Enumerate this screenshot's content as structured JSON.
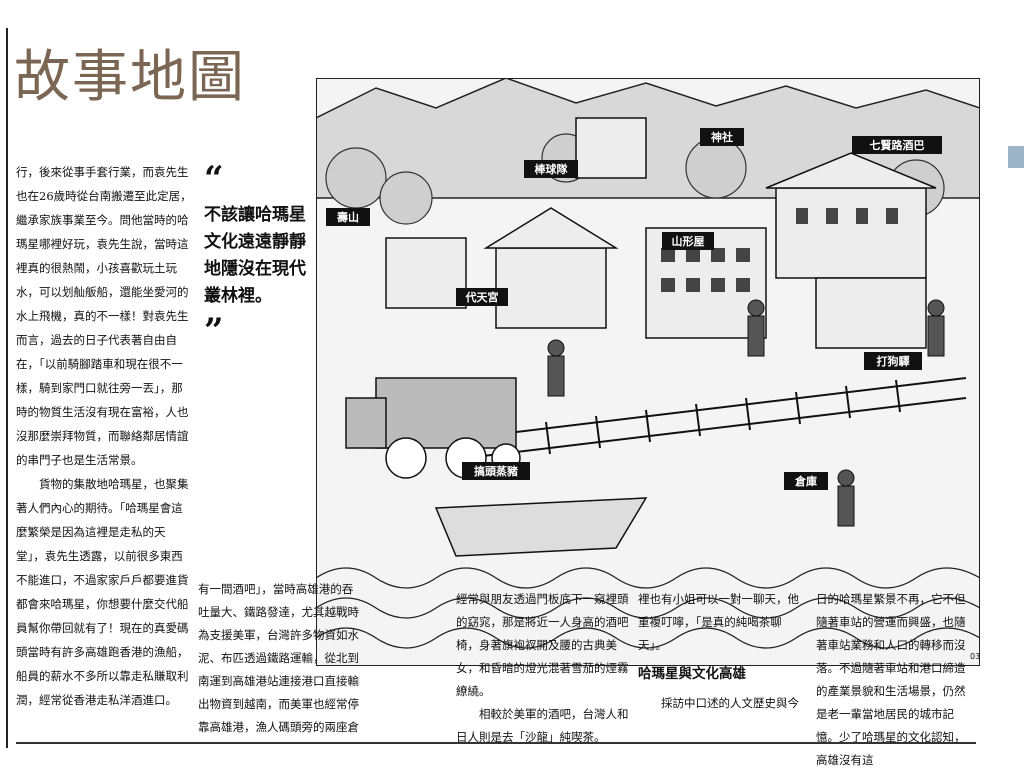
{
  "slide": {
    "title": "故事地圖"
  },
  "article": {
    "col1_paragraphs": [
      "行，後來從事手套行業，而袁先生也在26歲時從台南搬遷至此定居，繼承家族事業至今。問他當時的哈瑪星哪裡好玩，袁先生說，當時這裡真的很熱鬧，小孩喜歡玩土玩水，可以划舢舨船，還能坐愛河的水上飛機，真的不一樣！對袁先生而言，過去的日子代表著自由自在，「以前騎腳踏車和現在很不一樣，騎到家門口就往旁一丟」，那時的物質生活沒有現在富裕，人也沒那麼崇拜物質，而聯絡鄰居情誼的串門子也是生活常景。",
      "貨物的集散地哈瑪星，也聚集著人們內心的期待。「哈瑪星會這麼繁榮是因為這裡是走私的天堂」，袁先生透露，以前很多東西不能進口，不過家家戶戶都要進貨都會來哈瑪星，你想要什麼交代船員幫你帶回就有了！現在的真愛碼頭當時有許多高雄跑香港的漁船，船員的薪水不多所以靠走私賺取利潤，經常從香港走私洋酒進口。"
    ],
    "pull_quote": {
      "open_mark": "“",
      "text": "不該讓哈瑪星文化遠遠靜靜地隱沒在現代叢林裡。",
      "close_mark": "”"
    },
    "bottom_col1": "有一間酒吧」，當時高雄港的吞吐量大、鐵路發達，尤其越戰時為支援美軍，台灣許多物資如水泥、布匹透過鐵路運輸，從北到南運到高雄港站連接港口直接輸出物資到越南，而美軍也經常停靠高雄港，漁人碼頭旁的兩座倉",
    "bottom_col2": "經常與朋友透過門板底下一窺裡頭的窈窕，那是將近一人身高的酒吧椅，身著旗袍衩開及腰的古典美女，和昏暗的燈光混著雪茄的煙霧繚繞。",
    "bottom_col2b": "相較於美軍的酒吧，台灣人和日人則是去「沙龍」純喫茶。",
    "bottom_col3": "裡也有小姐可以一對一聊天，他重複叮嚀，「是真的純喝茶聊天」。",
    "subhead": "哈瑪星與文化高雄",
    "bottom_col3b": "採訪中口述的人文歷史與今",
    "bottom_col4": "日的哈瑪星繁景不再，它不但隨著車站的營運而興盛，也隨著車站業務和人口的轉移而沒落。不過隨著車站和港口締造的產業景貌和生活場景，仍然是老一輩當地居民的城市記憶。少了哈瑪星的文化認知，高雄沒有這",
    "page_number": "03"
  },
  "map": {
    "labels": [
      "神社",
      "七賢路酒巴",
      "棒球隊",
      "壽山",
      "山形屋",
      "代天宮",
      "打狗驛",
      "搞頭蒸豬",
      "倉庫"
    ]
  },
  "colors": {
    "title": "#7a6652",
    "accent_square": "#9db3c6"
  }
}
